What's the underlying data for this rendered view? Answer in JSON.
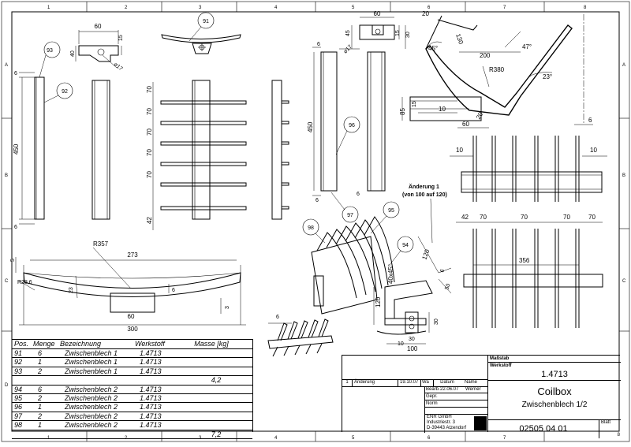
{
  "zones": {
    "top": [
      "1",
      "2",
      "3",
      "4",
      "5",
      "6",
      "7",
      "8"
    ],
    "left": [
      "A",
      "B",
      "C",
      "D"
    ]
  },
  "balloons": [
    "91",
    "93",
    "92",
    "96",
    "97",
    "95",
    "98",
    "94"
  ],
  "dims": {
    "d60a": "60",
    "d15a": "15",
    "d40": "40",
    "d17a": "⌀17",
    "d60b": "60",
    "d45": "45",
    "d15b": "15",
    "d30": "30",
    "d17b": "⌀17",
    "d6a": "6",
    "d130": "130",
    "d20a": "20",
    "d45deg": "45°",
    "d47deg": "47°",
    "d200": "200",
    "dR380": "R380",
    "d23deg": "23°",
    "d85": "85",
    "d15c": "15",
    "d10a": "10",
    "d60c": "60",
    "d20b": "20",
    "d6b": "6",
    "d6top": "6",
    "d450a": "450",
    "d6bot": "6",
    "r70_1": "70",
    "r70_2": "70",
    "r70_3": "70",
    "r70_4": "70",
    "r70_5": "70",
    "r42": "42",
    "d450b": "450",
    "d6c": "6",
    "d10b": "10",
    "d10c": "10",
    "d42b": "42",
    "d70a": "70",
    "d70b": "70",
    "d70c": "70",
    "d70d": "70",
    "d356": "356",
    "dR357": "R357",
    "d273": "273",
    "d5": "5",
    "dR28": "R28,6",
    "d23": "23",
    "d6d": "6",
    "d60d": "60",
    "d3": "3",
    "d300": "300",
    "d6e": "6",
    "d120a": "120",
    "d6f": "6",
    "d50": "50",
    "d40x45": "40x45°",
    "d120b": "120",
    "d30b": "30",
    "d30c": "30",
    "d10d": "10",
    "d100": "100"
  },
  "change_note": {
    "line1": "Änderung 1",
    "line2": "(von 100 auf 120)"
  },
  "parts_list": {
    "headers": {
      "pos": "Pos.",
      "menge": "Menge",
      "bez": "Bezeichnung",
      "werk": "Werkstoff",
      "masse": "Masse [kg]"
    },
    "rows": [
      {
        "pos": "91",
        "menge": "6",
        "bez": "Zwischenblech 1",
        "werk": "1.4713",
        "masse": ""
      },
      {
        "pos": "92",
        "menge": "1",
        "bez": "Zwischenblech 1",
        "werk": "1.4713",
        "masse": ""
      },
      {
        "pos": "93",
        "menge": "2",
        "bez": "Zwischenblech 1",
        "werk": "1.4713",
        "masse": ""
      },
      {
        "pos": "",
        "menge": "",
        "bez": "",
        "werk": "",
        "masse": "4,2"
      },
      {
        "pos": "94",
        "menge": "6",
        "bez": "Zwischenblech 2",
        "werk": "1.4713",
        "masse": ""
      },
      {
        "pos": "95",
        "menge": "2",
        "bez": "Zwischenblech 2",
        "werk": "1.4713",
        "masse": ""
      },
      {
        "pos": "96",
        "menge": "1",
        "bez": "Zwischenblech 2",
        "werk": "1.4713",
        "masse": ""
      },
      {
        "pos": "97",
        "menge": "2",
        "bez": "Zwischenblech 2",
        "werk": "1.4713",
        "masse": ""
      },
      {
        "pos": "98",
        "menge": "1",
        "bez": "Zwischenblech 2",
        "werk": "1.4713",
        "masse": ""
      },
      {
        "pos": "",
        "menge": "",
        "bez": "",
        "werk": "",
        "masse": "7,2"
      }
    ]
  },
  "title_block": {
    "massstab": "Maßstab",
    "werkstoff_label": "Werkstoff",
    "werkstoff": "1.4713",
    "rev_no": "1",
    "rev_text": "Änderung",
    "rev_date": "19.10.07",
    "rev_name": "Wa",
    "datum": "Datum",
    "name": "Name",
    "bearb": "Bearb.",
    "bearb_date": "22.06.07",
    "bearb_name": "Werner",
    "gepr": "Gepr.",
    "norm": "Norm",
    "title": "Coilbox",
    "subtitle": "Zwischenblech 1/2",
    "company1": "ENR GmbH",
    "company2": "Industriestr. 3",
    "company3": "D-39443 Atzendorf",
    "drawing_no": "02505 04 01",
    "blatt": "Blatt",
    "blatt_no": "8"
  }
}
